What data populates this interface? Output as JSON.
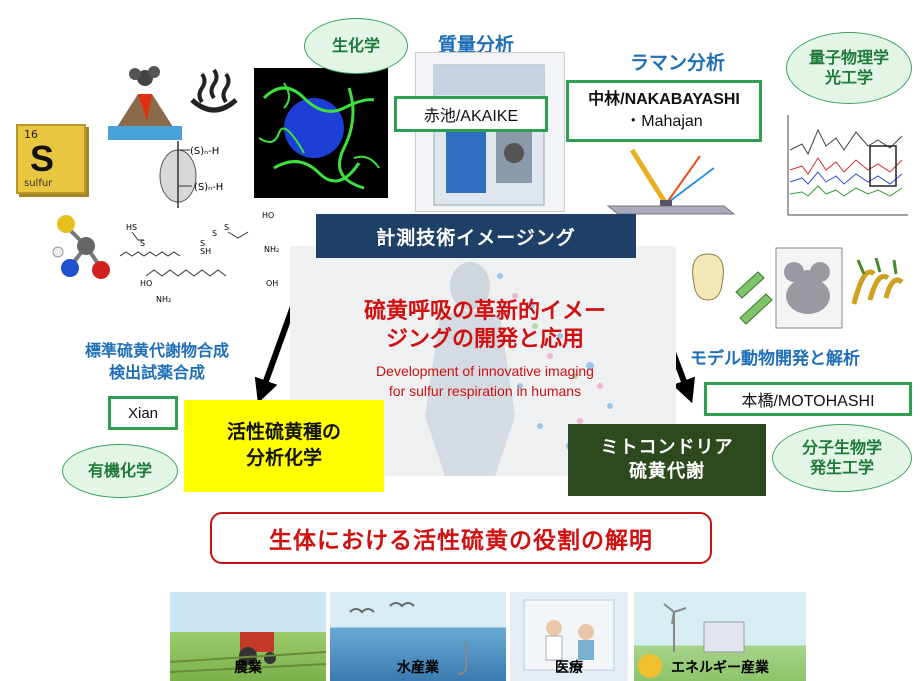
{
  "top_left": {
    "bubble": "生化学",
    "mass_title": "質量分析",
    "akaike": "赤池/AKAIKE",
    "sulfur_element": {
      "number": "16",
      "symbol": "S",
      "name": "sulfur"
    }
  },
  "top_right": {
    "raman_title": "ラマン分析",
    "bubble_line1": "量子物理学",
    "bubble_line2": "光工学",
    "nakabayashi_line1": "中林/NAKABAYASHI",
    "nakabayashi_line2": "・Mahajan"
  },
  "left": {
    "synth_line1": "標準硫黄代謝物合成",
    "synth_line2": "検出試薬合成",
    "xian": "Xian",
    "bubble": "有機化学"
  },
  "right": {
    "model_title": "モデル動物開発と解析",
    "motohashi": "本橋/MOTOHASHI",
    "bubble_line1": "分子生物学",
    "bubble_line2": "発生工学"
  },
  "center": {
    "top_box": "計測技術イメージング",
    "jp_line1": "硫黄呼吸の革新的イメー",
    "jp_line2": "ジングの開発と応用",
    "en_line1": "Development of innovative imaging",
    "en_line2": "for sulfur respiration in humans"
  },
  "yellow_box": {
    "line1": "活性硫黄種の",
    "line2": "分析化学"
  },
  "green_box": {
    "line1": "ミトコンドリア",
    "line2": "硫黄代謝"
  },
  "goal": "生体における活性硫黄の役割の解明",
  "sectors": [
    "農業",
    "水産業",
    "医療",
    "エネルギー産業"
  ],
  "colors": {
    "navy": "#1e3f66",
    "yellow": "#ffff00",
    "dark_green": "#2d4a1e",
    "red": "#d01010",
    "blue_text": "#1f6fb8",
    "bubble_green": "#3aa55a"
  }
}
